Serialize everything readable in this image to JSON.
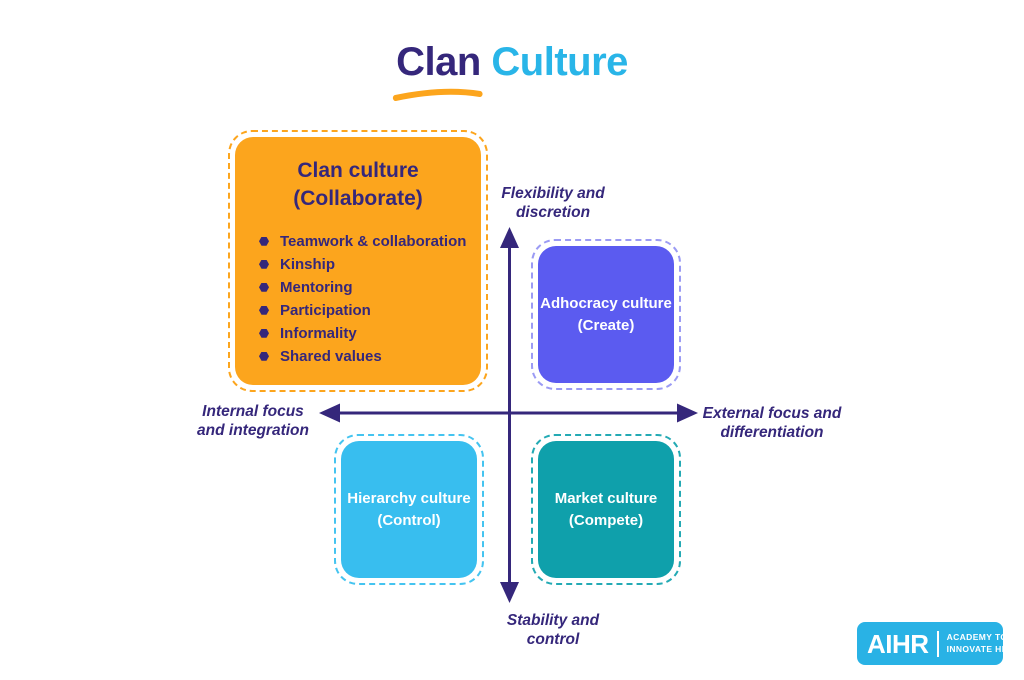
{
  "title": {
    "part1": "Clan",
    "part2": "Culture"
  },
  "matrix": {
    "clan": {
      "heading_line1": "Clan culture",
      "heading_line2": "(Collaborate)",
      "bullets": [
        "Teamwork & collaboration",
        "Kinship",
        "Mentoring",
        "Participation",
        "Informality",
        "Shared values"
      ]
    },
    "adhocracy": {
      "line1": "Adhocracy culture",
      "line2": "(Create)"
    },
    "hierarchy": {
      "line1": "Hierarchy culture",
      "line2": "(Control)"
    },
    "market": {
      "line1": "Market culture",
      "line2": "(Compete)"
    }
  },
  "axes": {
    "top_line1": "Flexibility and",
    "top_line2": "discretion",
    "bottom_line1": "Stability and",
    "bottom_line2": "control",
    "left_line1": "Internal focus",
    "left_line2": "and integration",
    "right_line1": "External focus and",
    "right_line2": "differentiation"
  },
  "logo": {
    "brand": "AIHR",
    "tagline_line1": "ACADEMY TO",
    "tagline_line2": "INNOVATE HR"
  },
  "colors": {
    "title_primary": "#35277B",
    "title_accent": "#29B5E8",
    "underline_swoosh": "#FCA51D",
    "clan_fill": "#FCA51D",
    "adhocracy_fill": "#5B5BF0",
    "hierarchy_fill": "#38BEEF",
    "market_fill": "#0FA0AB",
    "axis_and_text": "#35277B",
    "logo_background": "#29B2E5"
  }
}
